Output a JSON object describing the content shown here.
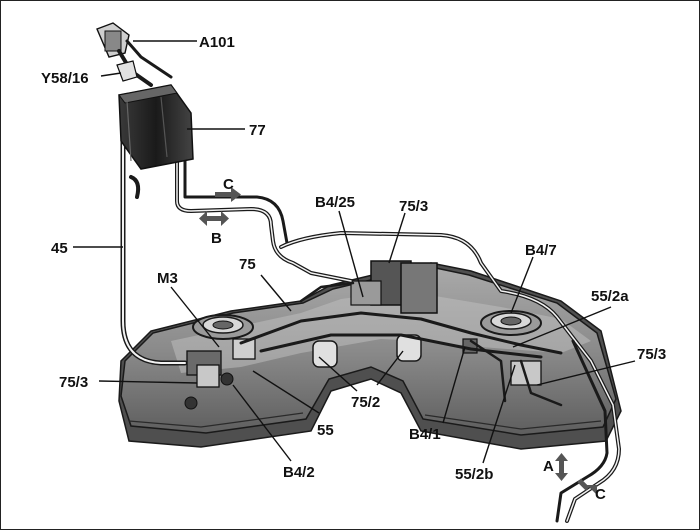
{
  "labels": {
    "a101": "A101",
    "y58_16": "Y58/16",
    "l77": "77",
    "c_top": "C",
    "b_mid": "B",
    "l45": "45",
    "b4_25": "B4/25",
    "l75_3_top": "75/3",
    "b4_7": "B4/7",
    "m3": "M3",
    "l75": "75",
    "l55_2a": "55/2a",
    "l75_3_right": "75/3",
    "l75_3_left": "75/3",
    "l75_2": "75/2",
    "l55": "55",
    "b4_1": "B4/1",
    "b4_2": "B4/2",
    "l55_2b": "55/2b",
    "a_bottom": "A",
    "c_bottom": "C"
  }
}
